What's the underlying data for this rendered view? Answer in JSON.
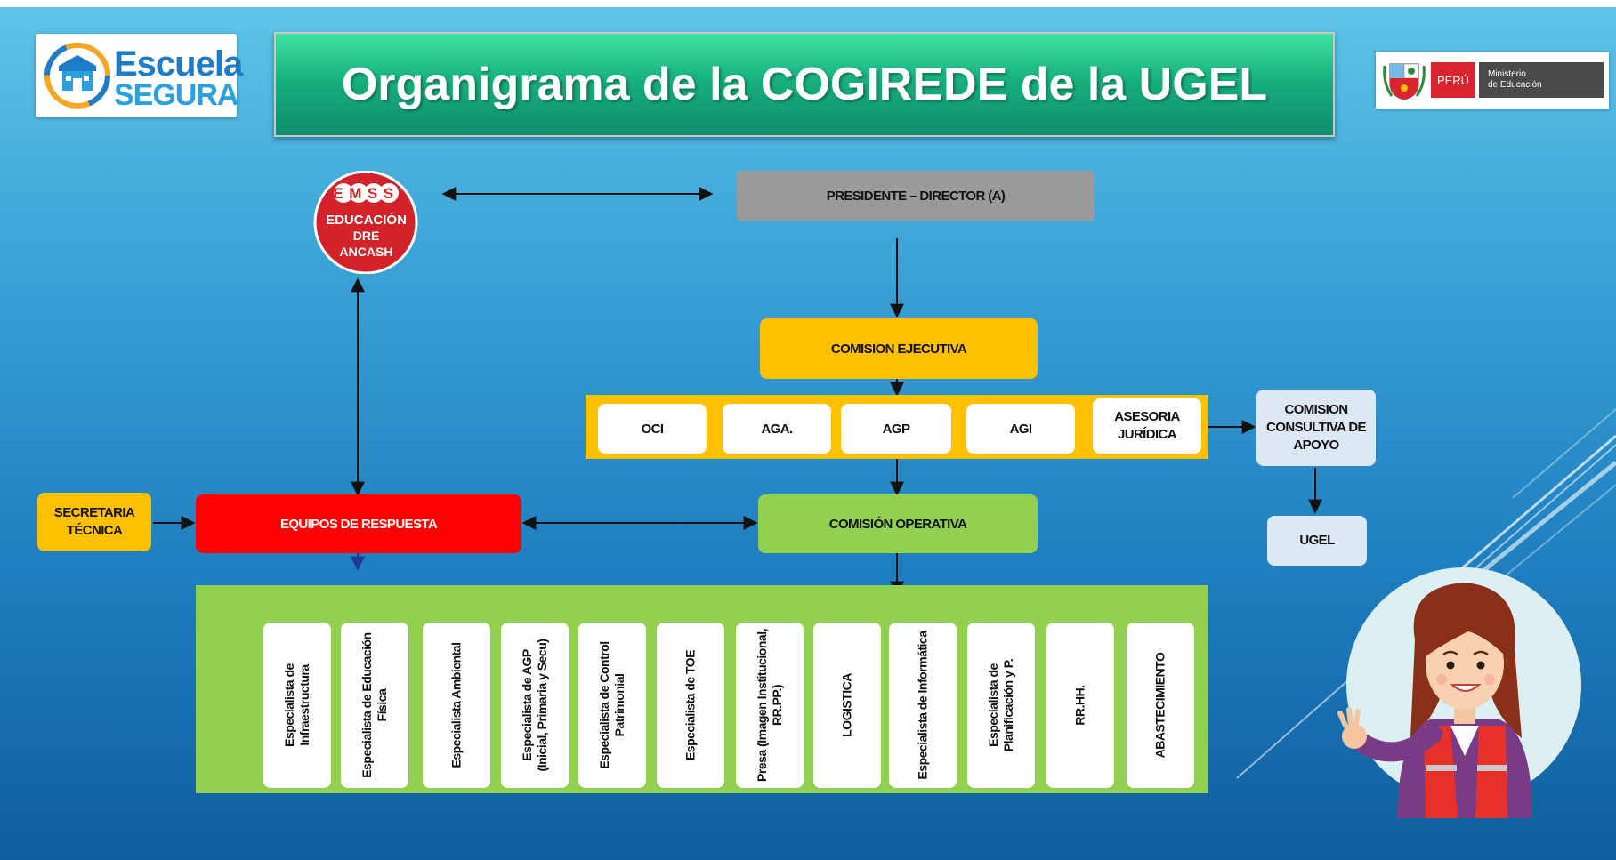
{
  "header": {
    "logo_left": {
      "line1": "Escuela",
      "line2": "SEGURA"
    },
    "title": "Organigrama de la COGIREDE de la UGEL",
    "logo_right": {
      "country": "PERÚ",
      "ministry_line1": "Ministerio",
      "ministry_line2": "de Educación"
    }
  },
  "emss": {
    "top": "EMSS",
    "line1": "EDUCACIÓN",
    "line2": "DRE",
    "line3": "ANCASH"
  },
  "nodes": {
    "presidente": "PRESIDENTE – DIRECTOR (A)",
    "comision_ejecutiva": "COMISION EJECUTIVA",
    "oci": "OCI",
    "aga": "AGA.",
    "agp": "AGP",
    "agi": "AGI",
    "asesoria": "ASESORIA JURÍDICA",
    "comision_consultiva": "COMISION CONSULTIVA DE APOYO",
    "ugel": "UGEL",
    "secretaria": "SECRETARIA TÉCNICA",
    "equipos": "EQUIPOS DE RESPUESTA",
    "comision_operativa": "COMISIÓN OPERATIVA"
  },
  "specialists": [
    "Especialista de Infraestructura",
    "Especialista de Educación Física",
    "Especialista Ambiental",
    "Especialista de AGP (Inicial, Primaria y Secu)",
    "Especialista de Control Patrimonial",
    "Especialista de TOE",
    "Presa (Imagen Institucional, RR.PP.)",
    "LOGISTICA",
    "Especialista de Informática",
    "Especialista de Planificación y P.",
    "RR.HH.",
    "ABASTECIMIENTO"
  ],
  "colors": {
    "title_green": "#17b07e",
    "yellow": "#ffc000",
    "green": "#92d050",
    "red": "#ff0000",
    "gray": "#9a9a9a"
  }
}
